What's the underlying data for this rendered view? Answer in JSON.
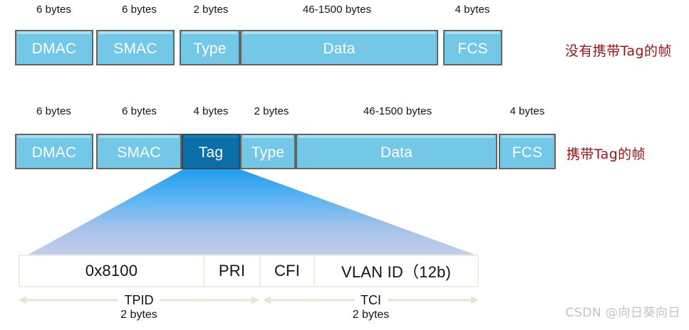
{
  "colors": {
    "field_fill": "#72c8e6",
    "field_fill_highlight": "#a9ddef",
    "field_border": "#646464",
    "tag_fill": "#0a6fa8",
    "note_red": "#9d1115",
    "fan_top": "#1f9cf0",
    "fan_bottom": "#c3cfe9",
    "detail_border": "#efece0",
    "arrow_color": "#e8e2d2",
    "watermark": "#c2c2c2",
    "text": "#131313"
  },
  "untagged_frame": {
    "note": "没有携带Tag的帧",
    "fields": [
      {
        "label": "DMAC",
        "size": "6 bytes"
      },
      {
        "label": "SMAC",
        "size": "6 bytes"
      },
      {
        "label": "Type",
        "size": "2 bytes"
      },
      {
        "label": "Data",
        "size": "46-1500 bytes"
      },
      {
        "label": "FCS",
        "size": "4 bytes"
      }
    ]
  },
  "tagged_frame": {
    "note": "携带Tag的帧",
    "fields": [
      {
        "label": "DMAC",
        "size": "6 bytes"
      },
      {
        "label": "SMAC",
        "size": "6 bytes"
      },
      {
        "label": "Tag",
        "size": "4 bytes"
      },
      {
        "label": "Type",
        "size": "2 bytes"
      },
      {
        "label": "Data",
        "size": "46-1500 bytes"
      },
      {
        "label": "FCS",
        "size": "4 bytes"
      }
    ]
  },
  "tag_detail": {
    "cells": [
      {
        "label": "0x8100"
      },
      {
        "label": "PRI"
      },
      {
        "label": "CFI"
      },
      {
        "label": "VLAN ID（12b)"
      }
    ],
    "measures": [
      {
        "name": "TPID",
        "size": "2 bytes"
      },
      {
        "name": "TCI",
        "size": "2 bytes"
      }
    ]
  },
  "watermark": "CSDN @向日葵向日"
}
